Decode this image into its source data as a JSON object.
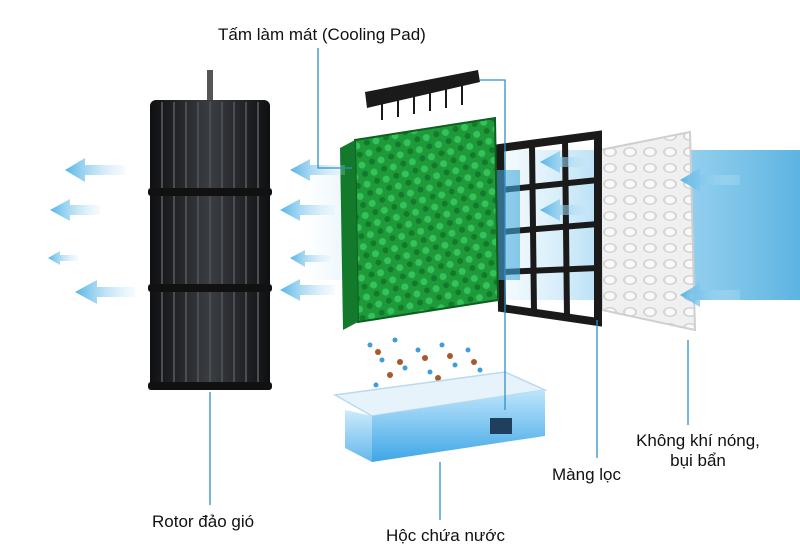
{
  "labels": {
    "cooling_pad": "Tấm làm mát (Cooling Pad)",
    "rotor": "Rotor đảo gió",
    "water_tank": "Hộc chứa nước",
    "filter": "Màng lọc",
    "hot_air_line1": "Không khí nóng,",
    "hot_air_line2": "bụi bẩn"
  },
  "colors": {
    "airflow": "#3fa7dc",
    "cooling_pad": "#1f9a3a",
    "rotor": "#222428",
    "frame": "#1a1a1a",
    "water": "#5ab8ee",
    "leader_line": "#2e8fc8",
    "text": "#111111"
  },
  "icons": [
    "arrow-left-icon",
    "water-drop-icon"
  ]
}
